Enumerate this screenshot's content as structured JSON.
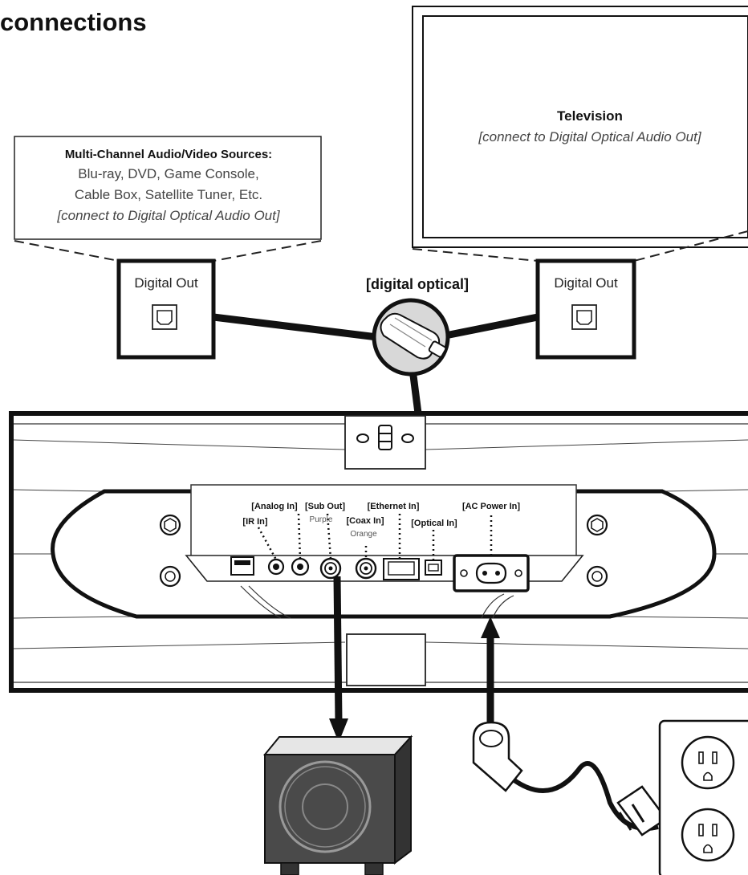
{
  "page": {
    "heading": "connections"
  },
  "sources_box": {
    "title": "Multi-Channel Audio/Video Sources:",
    "line1": "Blu-ray, DVD, Game Console,",
    "line2": "Cable Box, Satellite Tuner, Etc.",
    "note": "[connect to Digital Optical Audio Out]"
  },
  "television": {
    "title": "Television",
    "note": "[connect to Digital Optical Audio Out]"
  },
  "digital_out_left": {
    "label": "Digital Out"
  },
  "digital_out_right": {
    "label": "Digital Out"
  },
  "cable_label": "[digital optical]",
  "ports": {
    "analog_in": "[Analog In]",
    "sub_out": "[Sub Out]",
    "ethernet_in": "[Ethernet In]",
    "ac_power_in": "[AC Power In]",
    "ir_in": "[IR In]",
    "sub_out_color": "Purple",
    "coax_in": "[Coax In]",
    "coax_in_color": "Orange",
    "optical_in": "[Optical In]"
  },
  "colors": {
    "ink": "#111111",
    "muted": "#555555",
    "panel_fill": "#ffffff"
  }
}
